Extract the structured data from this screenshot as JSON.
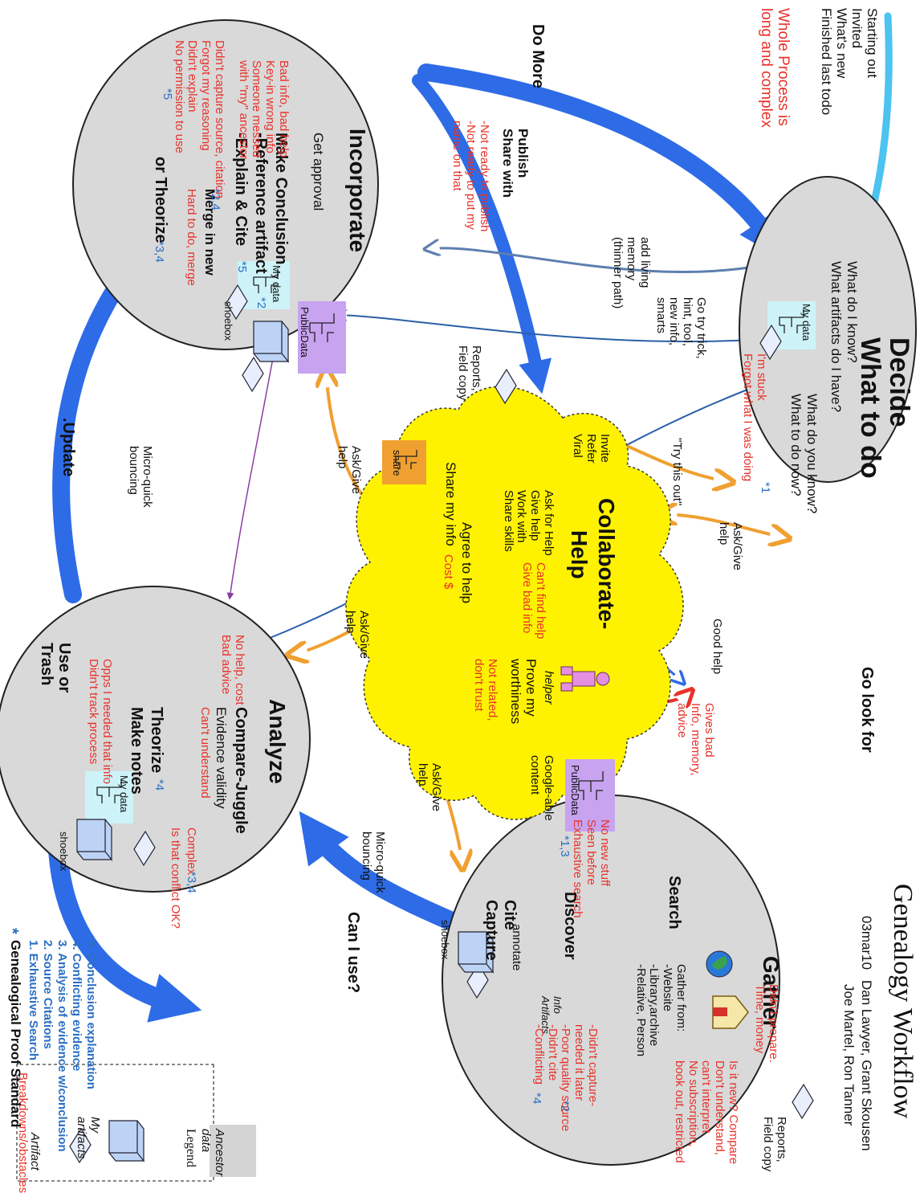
{
  "header": {
    "title": "Genealogy Workflow",
    "date": "03mar10",
    "authors_line1": "Dan Lawyer, Grant Skousen",
    "authors_line2": "Joe Martel, Ron Tanner"
  },
  "start_notes": {
    "lines": "Starting out\nInvited\nWhat's new\nFinished last todo",
    "whole_process": "Whole Process is\nlong and complex"
  },
  "decide": {
    "title_l1": "Decide",
    "title_l2": "What to do",
    "q1": "What do I know?",
    "q2": "What artifacts do I have?",
    "q3": "What do you know?",
    "q4": "What to do now?",
    "issues": "I'm stuck\nForgot what I was doing",
    "ref": "*1",
    "mydata": "My data"
  },
  "gather": {
    "title": "Gather",
    "from": "Gather from:\n-Website\n-Library,archive\n-Relative, Person",
    "prep_issues": "Didn't prepare.\nTime, money",
    "compare": "Is it new? Compare\nDon't understand,\ncan't interpret\nNo subscription,\nbook out, restricted",
    "reports": "Reports,\nField copy",
    "search": "Search",
    "search_issues": "No new stuff\nSeen before\nExhaustive search",
    "search_ref": "*1,3",
    "discover": "Discover",
    "info_artifacts": "Info\nArtifacts",
    "cite": "Cite",
    "capture": "Capture",
    "annotate": "annotate",
    "capture_issues": "-Didn't capture-\nneeded it later\n-Poor quality source\n-Didn't cite\n-Conflicting",
    "capture_ref1": "*2",
    "capture_ref2": "*4",
    "shoebox": "shoebox"
  },
  "analyze": {
    "title": "Analyze",
    "compare": "Compare-Juggle",
    "validity": "Evidence validity",
    "cant_understand": "Can't understand",
    "complex": "Complex",
    "complex_ref": "*3,4",
    "conflict": "Is that conflict OK?",
    "theorize": "Theorize",
    "theorize_ref": "*4",
    "make_notes": "Make notes",
    "no_help": "No help, cost\nBad advice",
    "use_or_trash": "Use or\nTrash",
    "oops": "Opps I needed that info\nDidn't track process",
    "mydata": "My data",
    "shoebox": "shoebox"
  },
  "incorporate": {
    "title": "Incorporate",
    "approval": "Get approval",
    "conclusion_l1": "Make Conclusion",
    "conclusion_l2": "-Reference artifact",
    "conclusion_ref": "*2",
    "conclusion_l3": "-Explain & Cite",
    "explain_ref": "*5",
    "merge": "Merge in new",
    "merge_issue": "Hard to do, merge",
    "theorize": "or Theorize",
    "theorize_ref": "*3,4",
    "bad_info": "Bad info, bad help\nKey-in wrong info\nSomeone messed\nwith \"my\" ancestor",
    "capture_issues": "Didn't capture source, citation\nForgot my reasoning\nDidn't explain\nNo permission to use",
    "capture_ref": "*2,4",
    "explain_ref2": "*5",
    "mydata": "My data",
    "publicdata": "PublicData",
    "shoebox": "shoebox"
  },
  "collaborate": {
    "title_l1": "Collaborate-",
    "title_l2": "Help",
    "invite": "Invite\nRefer\nViral",
    "ask": "Ask for Help\nGive help\nWork with\nShare skills",
    "cant_find": "Can't find help\nGive bad info",
    "prove": "Prove my\nworthiness",
    "not_related": "Not related,\ndon't trust",
    "share_info": "Share my info",
    "agree": "Agree to help",
    "cost": "Cost $",
    "helper": "helper",
    "share_box": "share",
    "publicdata": "PublicData",
    "googleable": "Google-able\ncontent"
  },
  "arrows": {
    "go_look_for": "Go look for",
    "can_i_use": "Can I use?",
    "update": ".Update",
    "do_more": "Do More",
    "publish": "Publish\nShare with",
    "publish_issues": "-Not ready to publish\n-Not ready to put my\nname on that",
    "living_memory": "add living\nmemory\n(thinner path)",
    "go_try": "Go try trick,\nhint, tool,\nnew info,\nsmarts",
    "try_this_out": "\"Try this out\"",
    "ask_give_help": "Ask/Give\nhelp",
    "micro_quick": "Micro-quick\nbouncing",
    "good_help": "Good help",
    "bad_help": "Gives bad\nInfo, memory,\nadvice",
    "reports_copy": "Reports,\nField copy"
  },
  "legend": {
    "title": "Legend",
    "ancestor": "Ancestor\ndata",
    "artifacts": "My\nartifacts",
    "artifact": "Artifact",
    "breakdowns": "Breakdowns/obstacles"
  },
  "standard": {
    "star": "*",
    "title": "Genealogical Proof Standard",
    "items": [
      "1. Exhaustive Search",
      "2. Source Citations",
      "3. Analysis of evidence w/conclusion",
      "4. Conflicting evidence",
      "5. Conclusion explanation"
    ]
  },
  "colors": {
    "big_arrow": "#2e6be6",
    "light_arrow": "#4cc3f0",
    "orange": "#f0a030",
    "cloud": "#fff200",
    "circle": "#d9d9d9",
    "red": "#e8322a",
    "purple": "#8a3fa0"
  }
}
